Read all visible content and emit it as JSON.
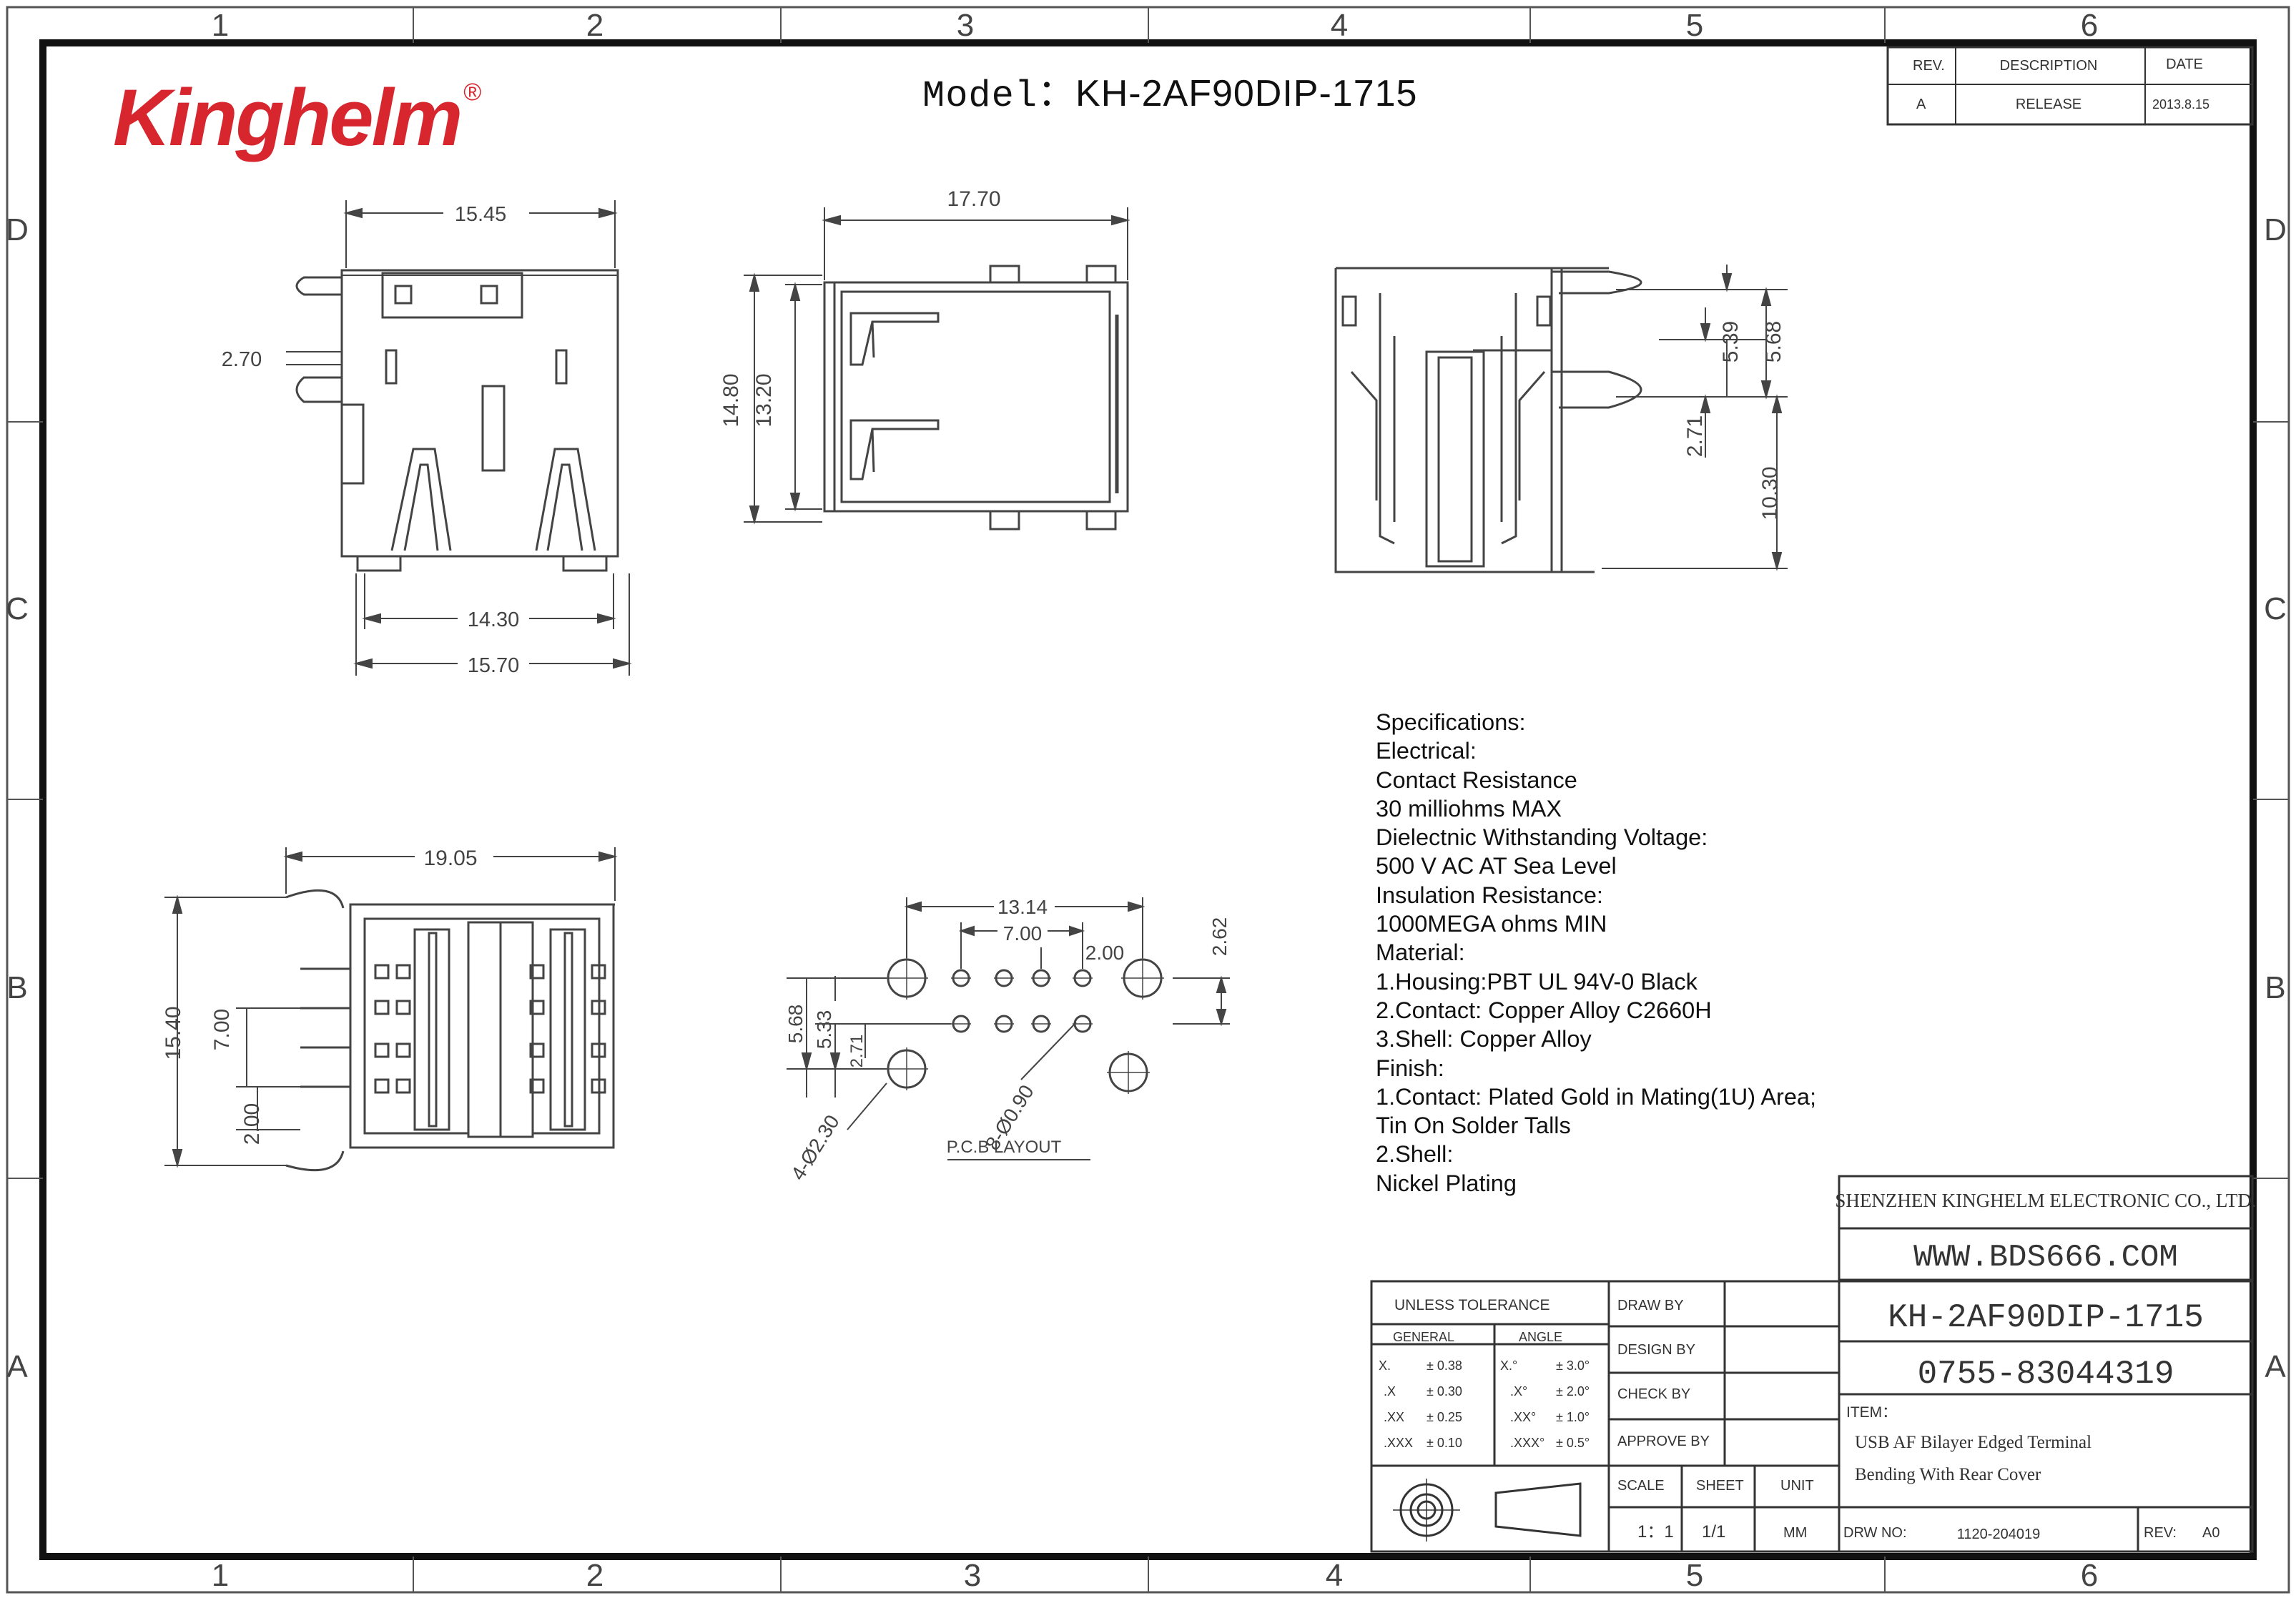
{
  "logo": {
    "text": "Kinghelm",
    "mark": "®",
    "color": "#d8262e"
  },
  "model": {
    "label": "Model：",
    "value": "KH-2AF90DIP-1715"
  },
  "zones": {
    "columns": [
      "1",
      "2",
      "3",
      "4",
      "5",
      "6"
    ],
    "rows": [
      "D",
      "C",
      "B",
      "A"
    ]
  },
  "revision_table": {
    "headers": {
      "rev": "REV.",
      "description": "DESCRIPTION",
      "date": "DATE"
    },
    "row": {
      "rev": "A",
      "description": "RELEASE",
      "date": "2013.8.15"
    }
  },
  "views": {
    "front": {
      "d1": "15.45",
      "d2": "2.70",
      "d3": "14.30",
      "d4": "15.70"
    },
    "rear": {
      "d1": "17.70",
      "d2": "14.80",
      "d3": "13.20"
    },
    "side": {
      "d1": "5.39",
      "d2": "5.68",
      "d3": "2.71",
      "d4": "10.30"
    },
    "bottom": {
      "d1": "19.05",
      "d2": "15.40",
      "d3": "7.00",
      "d4": "2.00"
    },
    "pcb": {
      "d1": "13.14",
      "d2": "7.00",
      "d3": "2.00",
      "d4": "2.62",
      "d5": "5.68",
      "d6": "5.33",
      "d7": "2.71",
      "holes_small": "8-Ø0.90",
      "holes_large": "4-Ø2.30",
      "title": "P.C.B  LAYOUT"
    }
  },
  "specifications": [
    "Specifications:",
    "Electrical:",
    "Contact Resistance",
    "30 milliohms MAX",
    "Dielectnic Withstanding Voltage:",
    "500 V AC AT Sea Level",
    "Insulation Resistance:",
    "1000MEGA ohms MIN",
    "Material:",
    "1.Housing:PBT UL 94V-0 Black",
    "2.Contact: Copper Alloy C2660H",
    "3.Shell: Copper Alloy",
    "Finish:",
    "1.Contact: Plated Gold in Mating(1U) Area;",
    "Tin On Solder Talls",
    "2.Shell:",
    "Nickel Plating"
  ],
  "title_block": {
    "company": "SHENZHEN KINGHELM ELECTRONIC CO., LTD.",
    "website": "WWW.BDS666.COM",
    "part_number": "KH-2AF90DIP-1715",
    "phone": "0755-83044319",
    "item_label": "ITEM：",
    "item_line1": "USB AF Bilayer Edged Terminal",
    "item_line2": "Bending With Rear Cover",
    "drw_no_label": "DRW NO:",
    "drw_no": "1120-204019",
    "rev_label": "REV:",
    "rev": "A0",
    "unless_tolerance": "UNLESS TOLERANCE",
    "general": "GENERAL",
    "angle": "ANGLE",
    "tol_general": [
      {
        "k": "X.",
        "v": "±  0.38"
      },
      {
        "k": ".X",
        "v": "±  0.30"
      },
      {
        "k": ".XX",
        "v": "±  0.25"
      },
      {
        "k": ".XXX",
        "v": "±  0.10"
      }
    ],
    "tol_angle": [
      {
        "k": "X.°",
        "v": "±  3.0°"
      },
      {
        "k": ".X°",
        "v": "±  2.0°"
      },
      {
        "k": ".XX°",
        "v": "±  1.0°"
      },
      {
        "k": ".XXX°",
        "v": "±  0.5°"
      }
    ],
    "draw_by": "DRAW BY",
    "design_by": "DESIGN BY",
    "check_by": "CHECK BY",
    "approve_by": "APPROVE BY",
    "scale_label": "SCALE",
    "sheet_label": "SHEET",
    "unit_label": "UNIT",
    "scale": "1：1",
    "sheet": "1/1",
    "unit": "MM"
  }
}
